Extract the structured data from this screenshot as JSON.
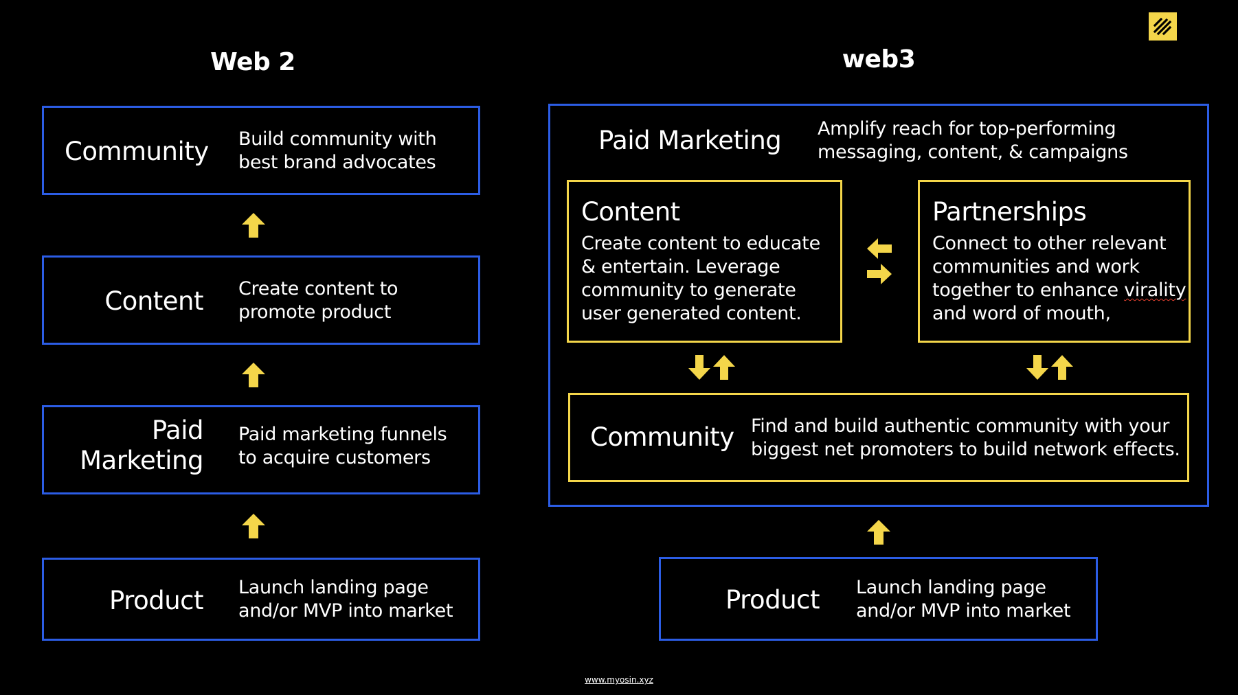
{
  "web2": {
    "title": "Web 2",
    "steps": [
      {
        "label": "Community",
        "desc": [
          "Build community with",
          "best brand advocates"
        ]
      },
      {
        "label": "Content",
        "desc": [
          "Create content to",
          "promote product"
        ]
      },
      {
        "label_lines": [
          "Paid",
          "Marketing"
        ],
        "desc": [
          "Paid marketing funnels",
          "to acquire customers"
        ]
      },
      {
        "label": "Product",
        "desc": [
          "Launch landing page",
          "and/or MVP into market"
        ]
      }
    ]
  },
  "web3": {
    "title": "web3",
    "paid_marketing": {
      "label": "Paid Marketing",
      "desc": [
        "Amplify reach for top-performing",
        "messaging, content, & campaigns"
      ]
    },
    "content": {
      "label": "Content",
      "desc": [
        "Create content to educate",
        "& entertain. Leverage",
        "community to generate",
        "user generated content."
      ]
    },
    "partnerships": {
      "label": "Partnerships",
      "desc_line1": "Connect to other relevant",
      "desc_line2": "communities and work",
      "desc_line3_before": "together to enhance ",
      "desc_line3_flagged": "virality",
      "desc_line4": "and word of mouth,"
    },
    "community": {
      "label": "Community",
      "desc": [
        "Find and build authentic community with your",
        "biggest net promoters to build network effects."
      ]
    },
    "product": {
      "label": "Product",
      "desc": [
        "Launch landing page",
        "and/or MVP into market"
      ]
    }
  },
  "footer": {
    "url": "www.myosin.xyz"
  },
  "icons": {
    "logo": "myosin-logo-icon",
    "arrow": "arrow-icon"
  },
  "colors": {
    "background": "#000000",
    "blue_border": "#2c5de5",
    "yellow": "#f4d64a",
    "text": "#ffffff"
  }
}
